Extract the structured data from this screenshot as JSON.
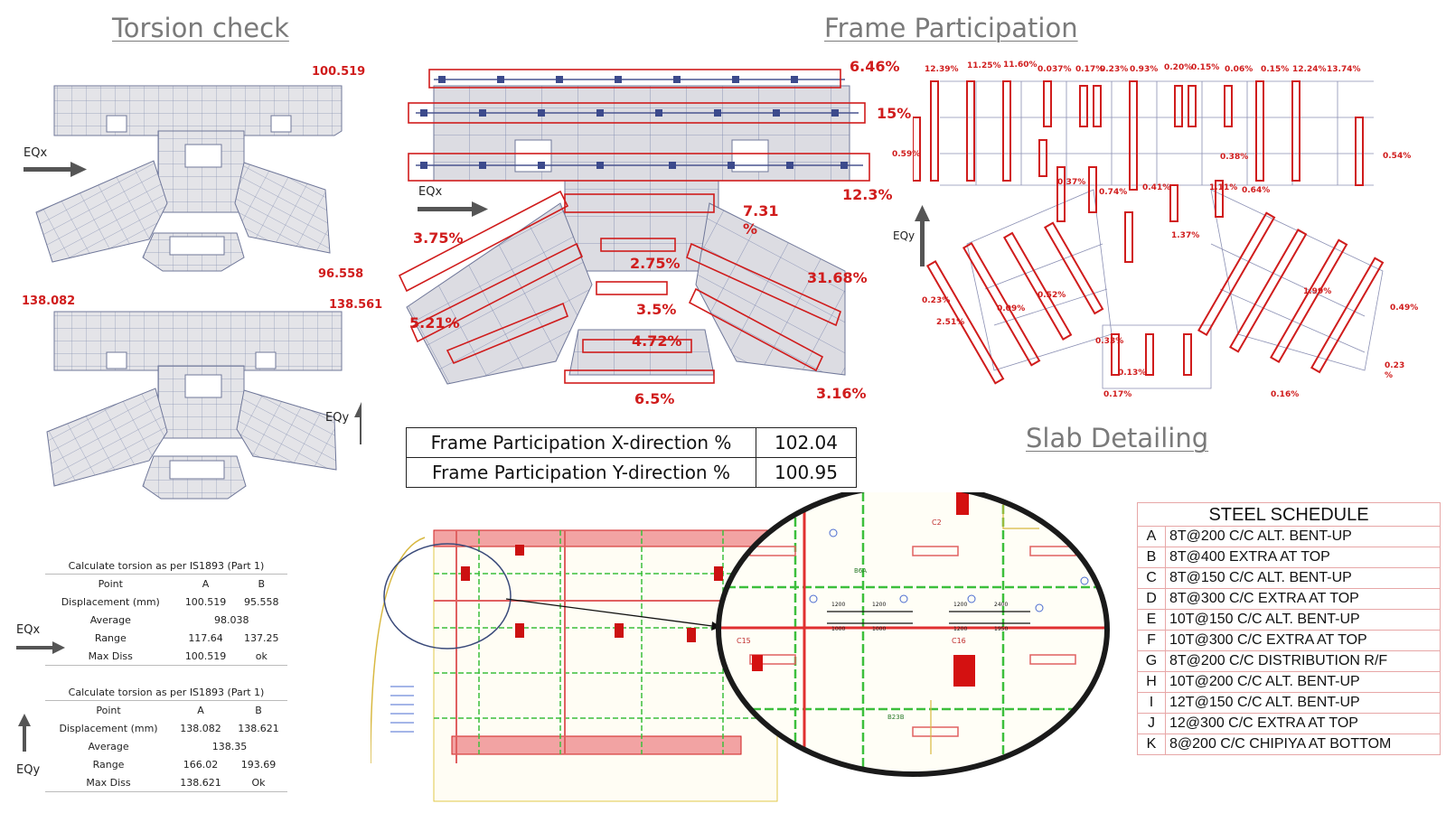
{
  "titles": {
    "torsion": "Torsion check",
    "frame": "Frame Participation",
    "slab": "Slab Detailing"
  },
  "torsion_plans": {
    "top": {
      "eq_label": "EQx",
      "value_top_right": "100.519",
      "value_bottom_right": "96.558"
    },
    "bottom": {
      "eq_label": "EQy",
      "value_top_left": "138.082",
      "value_top_right": "138.561"
    }
  },
  "torsion_tables": [
    {
      "eq_label": "EQx",
      "caption": "Calculate torsion as per IS1893 (Part 1)",
      "rows": [
        [
          "Point",
          "A",
          "B"
        ],
        [
          "Displacement (mm)",
          "100.519",
          "95.558"
        ],
        [
          "Average",
          "98.038",
          ""
        ],
        [
          "Range",
          "117.64",
          "137.25"
        ],
        [
          "Max Diss",
          "100.519",
          "ok"
        ]
      ]
    },
    {
      "eq_label": "EQy",
      "caption": "Calculate torsion as per IS1893 (Part 1)",
      "rows": [
        [
          "Point",
          "A",
          "B"
        ],
        [
          "Displacement (mm)",
          "138.082",
          "138.621"
        ],
        [
          "Average",
          "138.35",
          ""
        ],
        [
          "Range",
          "166.02",
          "193.69"
        ],
        [
          "Max Diss",
          "138.621",
          "Ok"
        ]
      ]
    }
  ],
  "frame_x_plan": {
    "eq_label": "EQx",
    "percentages": [
      "6.46%",
      "15%",
      "12.3%",
      "7.31",
      "%",
      "3.75%",
      "2.75%",
      "31.68%",
      "5.21%",
      "3.5%",
      "4.72%",
      "6.5%",
      "3.16%"
    ]
  },
  "frame_y_plan": {
    "eq_label": "EQy",
    "percentages": [
      "12.39%",
      "11.25%",
      "11.60%",
      "0.037%",
      "0.17%",
      "0.23%",
      "0.93%",
      "0.20%",
      "0.15%",
      "0.06%",
      "0.15%",
      "12.24%",
      "13.74%",
      "0.59%",
      "0.54%",
      "0.38%",
      "0.37%",
      "0.74%",
      "0.41%",
      "1.11%",
      "0.64%",
      "1.37%",
      "0.23%",
      "2.51%",
      "0.09%",
      "0.52%",
      "1.99%",
      "0.49%",
      "0.33%",
      "0.16%",
      "0.17%",
      "0.13%",
      "0.23",
      "%"
    ]
  },
  "frame_participation": [
    {
      "label": "Frame Participation X-direction %",
      "value": "102.04"
    },
    {
      "label": "Frame Participation Y-direction %",
      "value": "100.95"
    }
  ],
  "slab_drawing": {
    "column_marks": [
      "C15",
      "C16",
      "C2"
    ],
    "dimensions": [
      "1200",
      "1200",
      "1200",
      "2400",
      "1000",
      "1000",
      "1200",
      "1950"
    ],
    "slab_marks": [
      "B6A",
      "B23B"
    ]
  },
  "steel_schedule": {
    "title": "STEEL SCHEDULE",
    "rows": [
      {
        "key": "A",
        "spec": "8T@200 C/C ALT. BENT-UP"
      },
      {
        "key": "B",
        "spec": "8T@400 EXTRA AT TOP"
      },
      {
        "key": "C",
        "spec": "8T@150 C/C ALT. BENT-UP"
      },
      {
        "key": "D",
        "spec": "8T@300 C/C EXTRA AT TOP"
      },
      {
        "key": "E",
        "spec": "10T@150 C/C ALT. BENT-UP"
      },
      {
        "key": "F",
        "spec": "10T@300 C/C EXTRA AT TOP"
      },
      {
        "key": "G",
        "spec": "8T@200 C/C DISTRIBUTION R/F"
      },
      {
        "key": "H",
        "spec": "10T@200 C/C ALT. BENT-UP"
      },
      {
        "key": "I",
        "spec": "12T@150 C/C ALT. BENT-UP"
      },
      {
        "key": "J",
        "spec": "12@300 C/C EXTRA AT TOP"
      },
      {
        "key": "K",
        "spec": "8@200 C/C CHIPIYA AT BOTTOM"
      }
    ]
  },
  "colors": {
    "highlight_red": "#d01c1c",
    "plan_fill": "#e3e3e8",
    "plan_line": "#5a6b9a",
    "title_grey": "#7a7a7a"
  }
}
